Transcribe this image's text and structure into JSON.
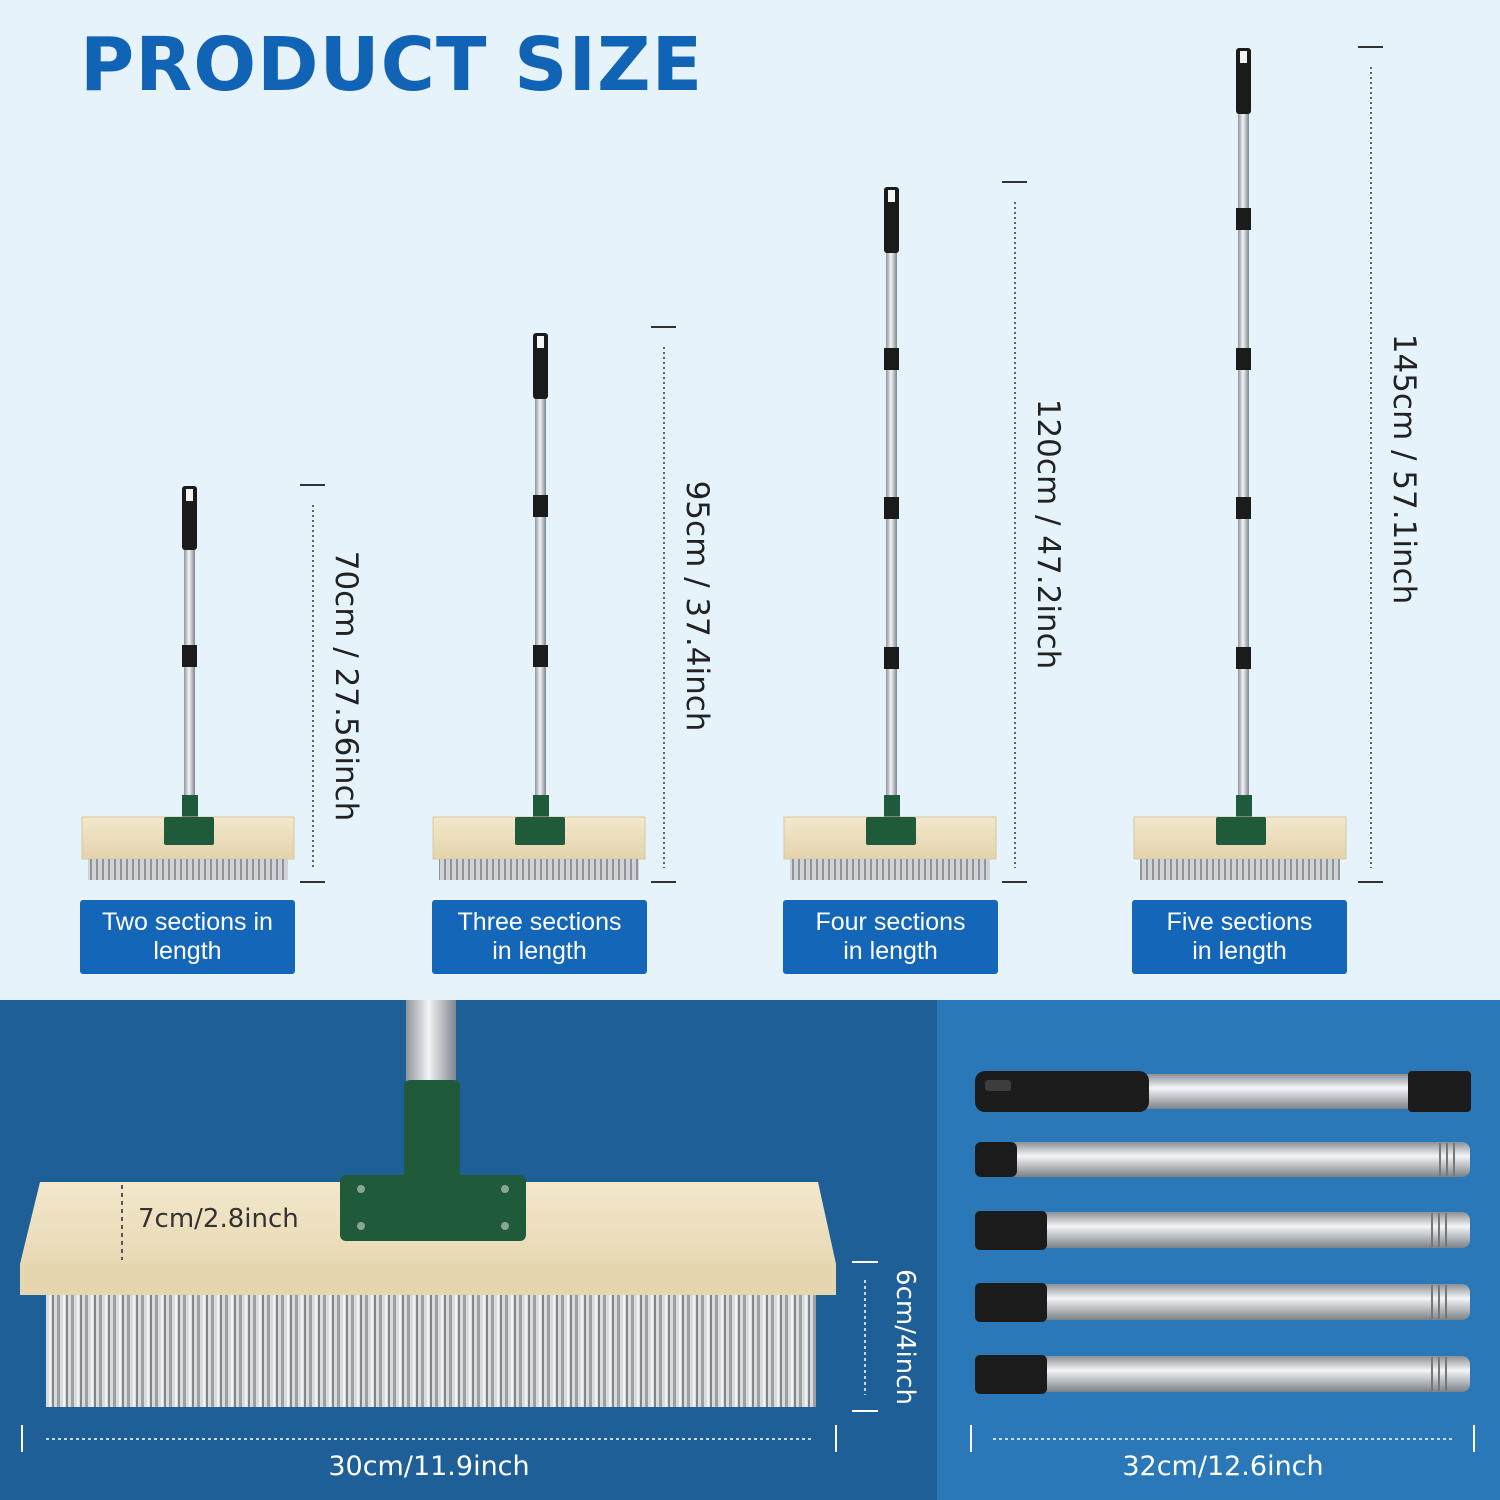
{
  "title": "PRODUCT SIZE",
  "configs": [
    {
      "caption": "Two sections in\nlength",
      "measure": "70cm / 27.56inch"
    },
    {
      "caption": "Three sections\nin length",
      "measure": "95cm / 37.4inch"
    },
    {
      "caption": "Four sections\nin length",
      "measure": "120cm / 47.2inch"
    },
    {
      "caption": "Five sections\nin length",
      "measure": "145cm / 57.1inch"
    }
  ],
  "brush_head": {
    "width_label": "30cm/11.9inch",
    "depth_label": "7cm/2.8inch",
    "height_label": "6cm/4inch"
  },
  "pole_section": {
    "length_label": "32cm/12.6inch"
  },
  "colors": {
    "title_blue": "#1163b6",
    "caption_blue": "#1466b8",
    "handle_green": "#1f5a3a",
    "wood": "#efe2c2",
    "panel_left": "#1e5f98",
    "panel_right": "#2b78b8"
  }
}
